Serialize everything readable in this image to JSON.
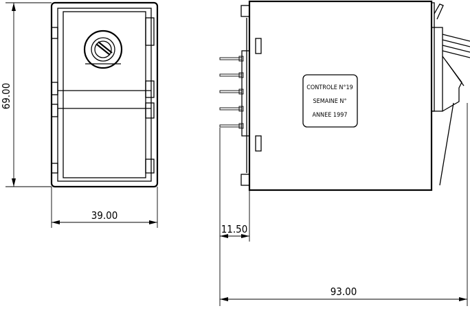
{
  "dimensions": {
    "height": "69.00",
    "width": "39.00",
    "pin_length": "11.50",
    "depth": "93.00"
  },
  "label_plate": {
    "line1": "CONTROLE N°19",
    "line2": "SEMAINE N°",
    "line3": "ANNEE 1997"
  }
}
